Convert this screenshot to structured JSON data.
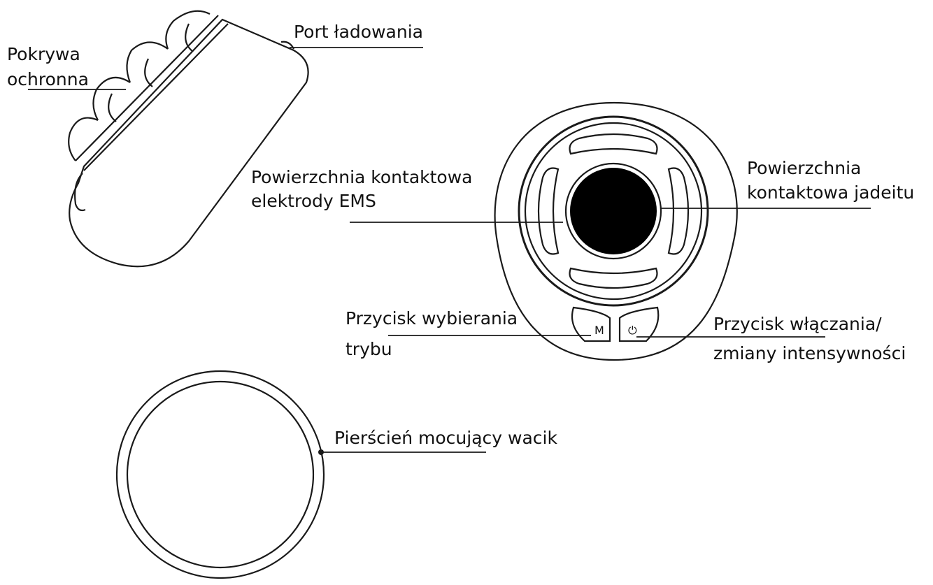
{
  "labels": {
    "protective_cover": [
      "Pokrywa",
      "ochronna"
    ],
    "charging_port": "Port ładowania",
    "ems_surface": [
      "Powierzchnia kontaktowa",
      "elektrody EMS"
    ],
    "jade_surface": [
      "Powierzchnia",
      "kontaktowa jadeitu"
    ],
    "mode_button": [
      "Przycisk wybierania",
      "trybu"
    ],
    "power_button": [
      "Przycisk włączania/",
      "zmiany intensywności"
    ],
    "pad_ring": "Pierścień mocujący wacik"
  },
  "buttons": {
    "mode_glyph": "M",
    "power_glyph": "⏻"
  },
  "colors": {
    "line": "#1a1a1a",
    "jade": "#000000",
    "background": "#ffffff"
  }
}
